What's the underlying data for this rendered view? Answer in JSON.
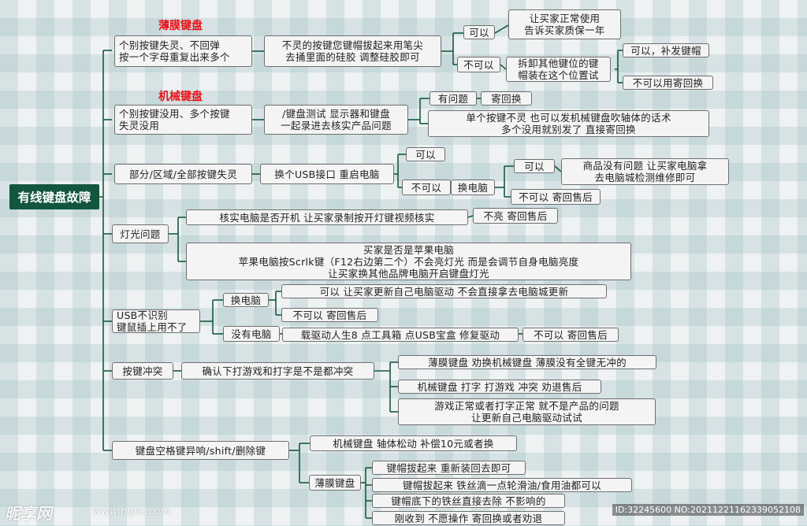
{
  "root": "有线键盘故障",
  "labels": {
    "membrane": "薄膜键盘",
    "mechanical": "机械键盘"
  },
  "nodes": {
    "m1": "个别按键失灵、不回弹\n按一个字母重复出来多个",
    "m1a": "不灵的按键您键帽拔起来用笔尖\n去捅里面的硅胶 调整硅胶即可",
    "m1b": "可以",
    "m1c": "让买家正常使用\n告诉买家质保一年",
    "m1d": "不可以",
    "m1e": "拆卸其他键位的键\n帽装在这个位置试",
    "m1f": "可以，补发键帽",
    "m1g": "不可以用寄回换",
    "m2": "个别按键没用、多个按键\n失灵没用",
    "m2a": "/键盘测试 显示器和键盘\n一起录进去核实产品问题",
    "m2b": "有问题",
    "m2c": "寄回换",
    "m2d": "单个按键不灵 也可以发机械键盘吹轴体的话术\n多个没用就别发了 直接寄回换",
    "m3": "部分/区域/全部按键失灵",
    "m3a": "换个USB接口 重启电脑",
    "m3b": "可以",
    "m3c": "不可以",
    "m3d": "换电脑",
    "m3e": "可以",
    "m3f": "商品没有问题 让买家电脑拿\n去电脑城检测维修即可",
    "m3g": "不可以 寄回售后",
    "m4": "灯光问题",
    "m4a": "核实电脑是否开机 让买家录制按开灯键视频核实",
    "m4b": "不亮 寄回售后",
    "m4c": "买家是否是苹果电脑\n苹果电脑按Scrlk键（F12右边第二个）不会亮灯光 而是会调节自身电脑亮度\n让买家换其他品牌电脑开启键盘灯光",
    "m5": "USB不识别\n键鼠插上用不了",
    "m5a": "换电脑",
    "m5b": "可以 让买家更新自己电脑驱动  不会直接拿去电脑城更新",
    "m5c": "不可以 寄回售后",
    "m5d": "没有电脑",
    "m5e": "载驱动人生8 点工具箱 点USB宝盒 修复驱动",
    "m5f": "不可以 寄回售后",
    "m6": "按键冲突",
    "m6a": "确认下打游戏和打字是不是都冲突",
    "m6b": "薄膜键盘 劝换机械键盘  薄膜没有全键无冲的",
    "m6c": "机械键盘 打字 打游戏 冲突 劝退售后",
    "m6d": "游戏正常或者打字正常 就不是产品的问题\n让更新自己电脑驱动试试",
    "m7": "键盘空格键异响/shift/删除键",
    "m7a": "机械键盘 轴体松动 补偿10元或者换",
    "m7b": "薄膜键盘",
    "m7c": "键帽拔起来 重新装回去即可",
    "m7d": "键帽拔起来  铁丝滴一点轮滑油/食用油都可以",
    "m7e": "键帽底下的铁丝直接去除 不影响的",
    "m7f": "刚收到 不愿操作 寄回换或者劝退"
  },
  "watermark": {
    "logo": "昵享网",
    "url": "www.nipic.com",
    "id": "ID:32245600 NO:20211221162339052108"
  },
  "colors": {
    "root_bg": "#13563e",
    "connector": "#155a40",
    "label_red": "#e8141a"
  }
}
